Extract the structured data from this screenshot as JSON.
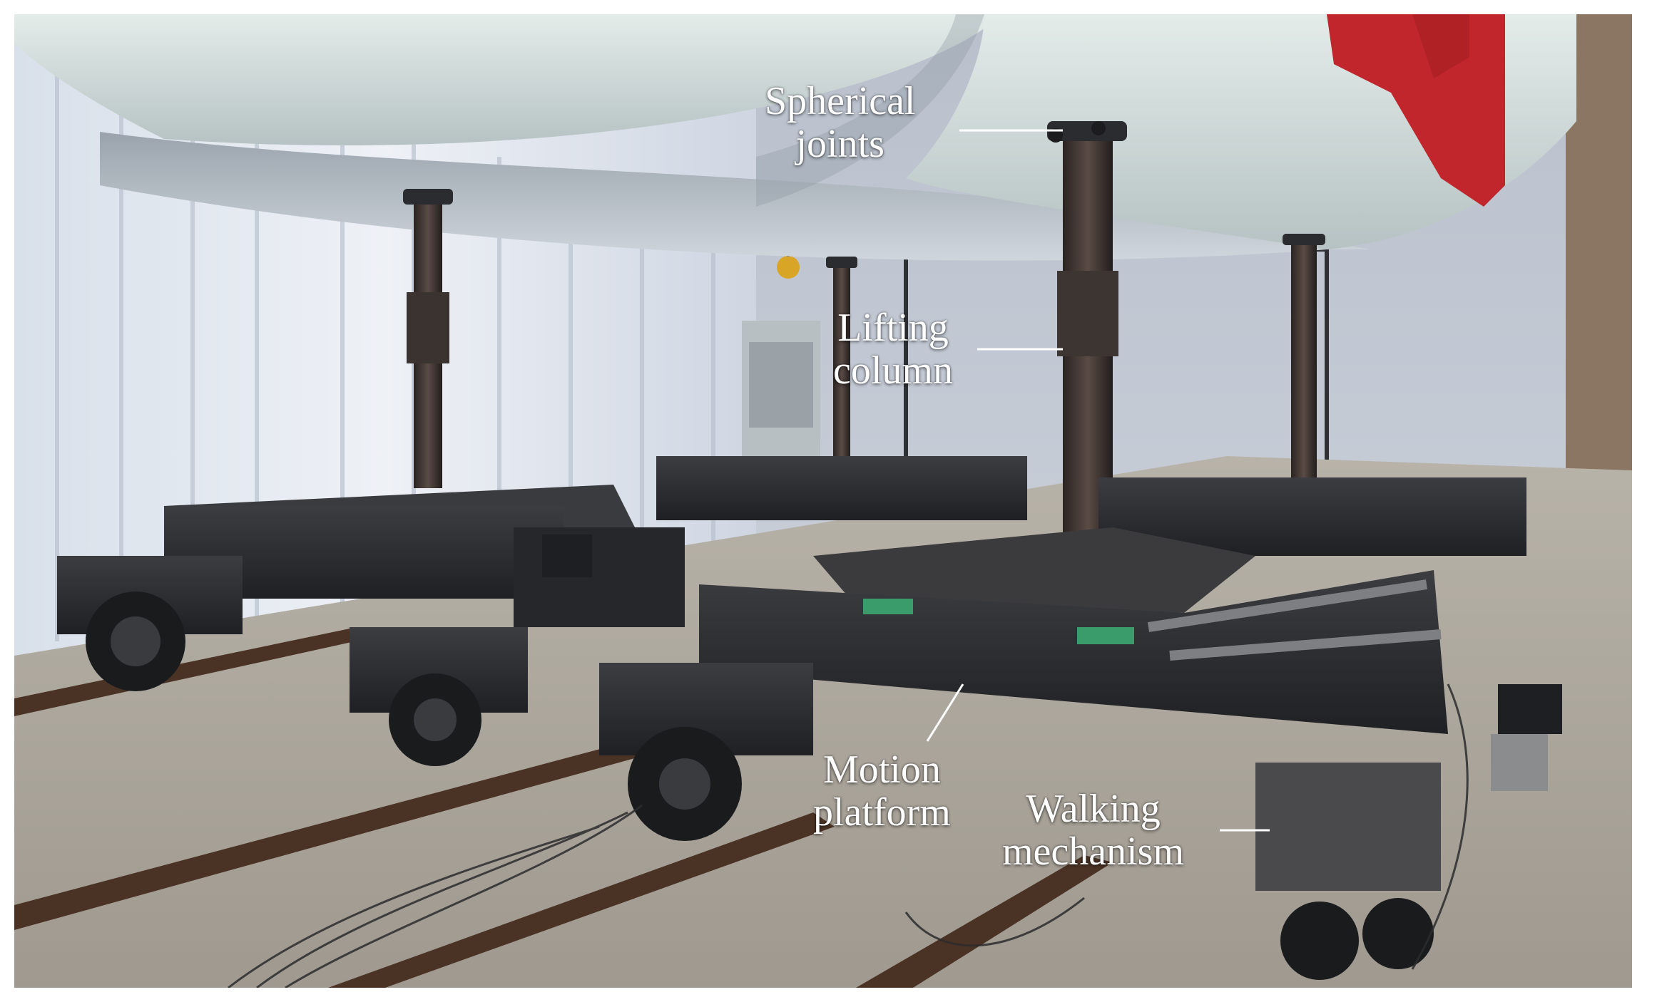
{
  "annotations": {
    "spherical_joints": [
      "Spherical",
      "joints"
    ],
    "lifting_column": [
      "Lifting",
      "column"
    ],
    "motion_platform": [
      "Motion",
      "platform"
    ],
    "walking_mechanism": [
      "Walking",
      "mechanism"
    ]
  },
  "colors": {
    "wall": "#c5cbd6",
    "floor": "#a9a49b",
    "steel": "#2b2c2f",
    "hull": "#d6e2e0",
    "flag": "#c0262b",
    "rail": "#4a3324"
  }
}
